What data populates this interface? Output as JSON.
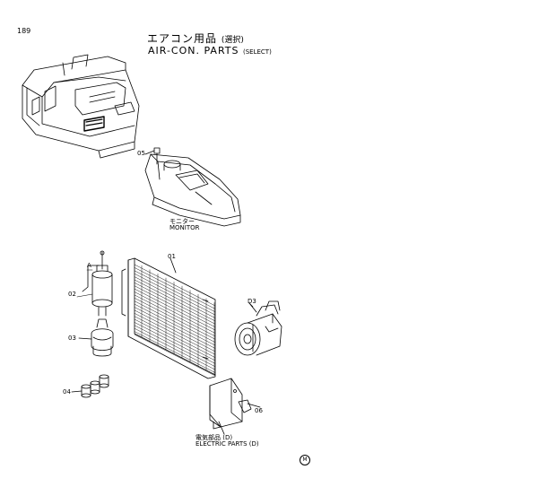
{
  "page": {
    "number": "189"
  },
  "title": {
    "jp": "エアコン用品",
    "jp_suffix": "(選択)",
    "en": "AIR-CON. PARTS",
    "en_suffix": "(SELECT)"
  },
  "parts": {
    "p01": "01",
    "p02": "02",
    "p03": "03",
    "p04": "04",
    "p05": "05",
    "p06": "06",
    "pD3": "D3",
    "pA": "A"
  },
  "captions": {
    "monitor_jp": "モニター",
    "monitor_en": "MONITOR",
    "electric_jp": "電気部品 (D)",
    "electric_en": "ELECTRIC PARTS (D)"
  },
  "mark": "M"
}
